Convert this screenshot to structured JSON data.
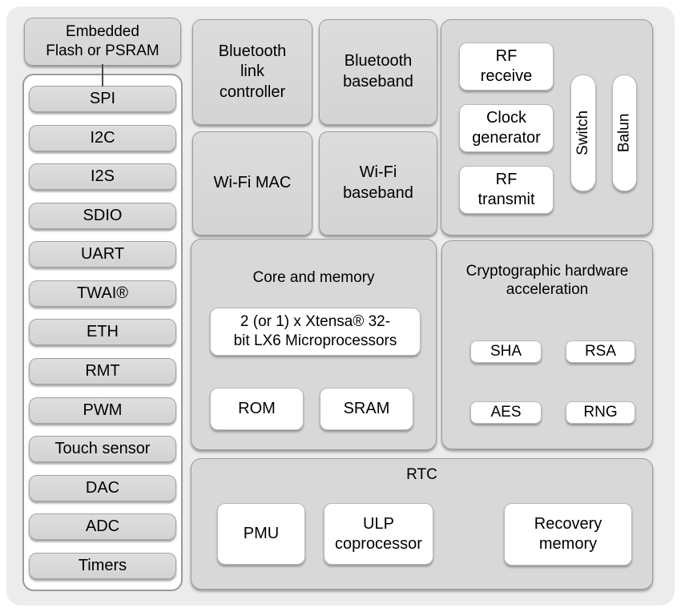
{
  "colors": {
    "page_bg": "#ffffff",
    "panel_bg": "#ececec",
    "block_gray": "#d8d8d8",
    "block_white": "#ffffff",
    "text": "#000000"
  },
  "peripherals": {
    "header_line1": "Embedded",
    "header_line2": "Flash or PSRAM",
    "items": [
      "SPI",
      "I2C",
      "I2S",
      "SDIO",
      "UART",
      "TWAI®",
      "ETH",
      "RMT",
      "PWM",
      "Touch sensor",
      "DAC",
      "ADC",
      "Timers"
    ]
  },
  "radio": {
    "bt_link_controller": "Bluetooth link controller",
    "bt_baseband": "Bluetooth baseband",
    "wifi_mac": "Wi-Fi MAC",
    "wifi_baseband": "Wi-Fi baseband"
  },
  "rf": {
    "receive": "RF receive",
    "clock_generator": "Clock generator",
    "transmit": "RF transmit",
    "switch": "Switch",
    "balun": "Balun"
  },
  "core": {
    "title": "Core and memory",
    "cpu_line1": "2 (or 1) x Xtensa® 32-",
    "cpu_line2": "bit LX6 Microprocessors",
    "rom": "ROM",
    "sram": "SRAM"
  },
  "crypto": {
    "title": "Cryptographic hardware acceleration",
    "items": [
      "SHA",
      "RSA",
      "AES",
      "RNG"
    ]
  },
  "rtc": {
    "title": "RTC",
    "pmu": "PMU",
    "ulp": "ULP coprocessor",
    "recovery": "Recovery memory"
  }
}
